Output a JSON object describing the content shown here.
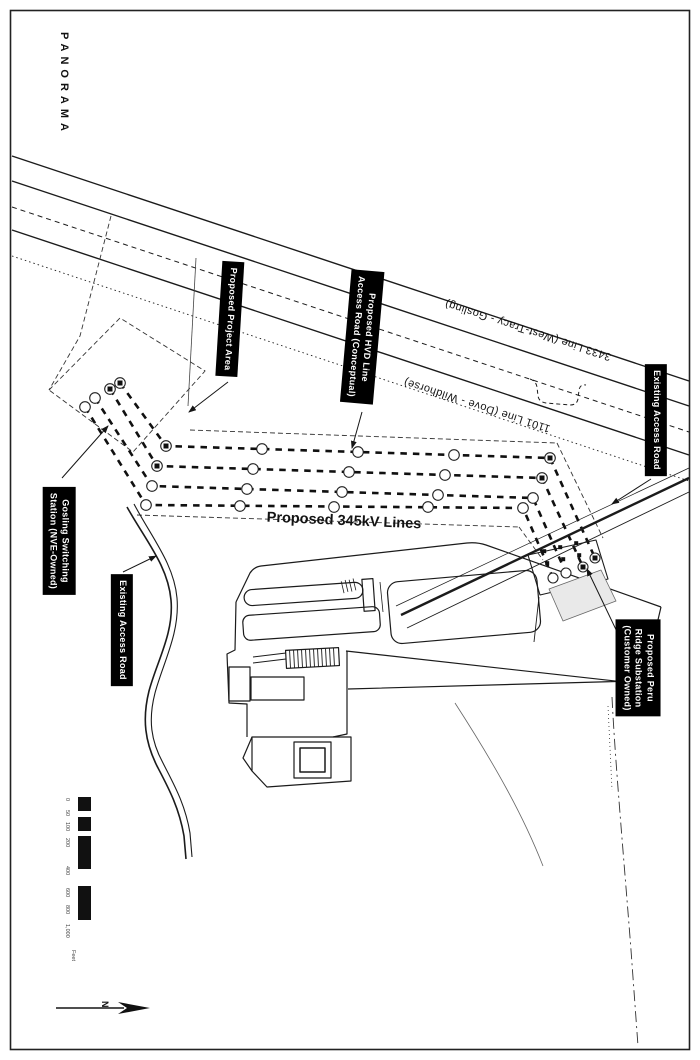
{
  "page": {
    "vertical_title": "PANORAMA"
  },
  "boxes": {
    "project_area": [
      "Proposed Project Area"
    ],
    "hvd": [
      "Proposed HVD Line",
      "Access Road (Conceptual)"
    ],
    "ear_right": [
      "Existing Access Road"
    ],
    "gosling": [
      "Gosling Switching",
      "Station (NVE-Owned)"
    ],
    "ear_left": [
      "Existing Access Road"
    ],
    "peru": [
      "Proposed Peru",
      "Ridge Substation",
      "(Customer Owned)"
    ]
  },
  "line_labels": {
    "kv345": "Proposed 345kV Lines",
    "line_3433": "3433 Line (West-Tracy - Gosling)",
    "line_1101": "1101 Line (Dove - Wildhorse)"
  },
  "scalebar": {
    "labels": [
      "0",
      "50",
      "100",
      "200",
      "400",
      "600",
      "800",
      "1,000"
    ],
    "unit": "Feet"
  },
  "north": {
    "label": "N"
  },
  "colors": {
    "ink": "#151515",
    "label_bg": "#000000",
    "label_text": "#ffffff"
  }
}
